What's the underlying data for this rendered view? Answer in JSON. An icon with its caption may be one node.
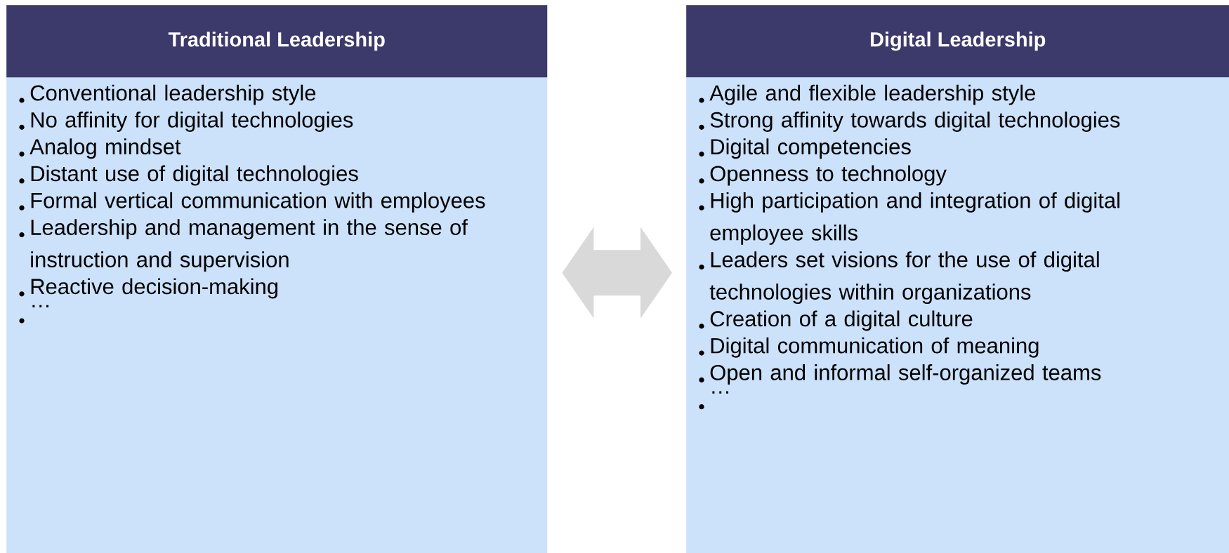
{
  "diagram": {
    "nodes": [
      {
        "text": [
          "Traditional Leadership",
          "Conventional leadership style",
          "No affinity for digital technologies",
          "Analog mindset",
          "Distant use of digital technologies",
          "Formal vertical communication with employees",
          "Leadership and management in the sense of instruction and supervision",
          "Reactive decision-making",
          "…"
        ]
      },
      {
        "text": [
          "Digital Leadership",
          "Agile and flexible leadership style",
          "Strong affinity towards digital technologies",
          "Digital competencies",
          "Openness to technology",
          "High participation and integration of digital employee skills",
          "Leaders set visions for the use of digital technologies within organizations",
          "Creation of a digital culture",
          "Digital communication of meaning",
          "Open and informal self-organized teams",
          "…"
        ]
      }
    ],
    "edges": [
      {
        "from": 0,
        "to": 1,
        "arrow": "both"
      }
    ]
  }
}
